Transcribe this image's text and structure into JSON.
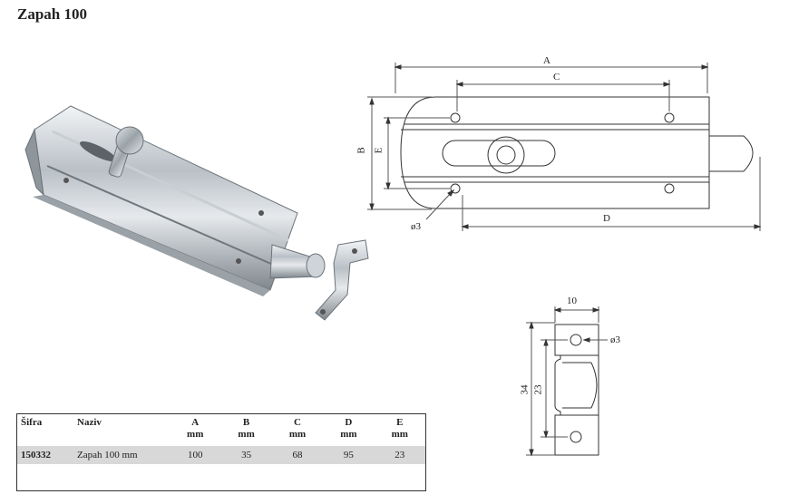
{
  "title": "Zapah 100",
  "drawing_labels": {
    "a": "A",
    "b": "B",
    "c": "C",
    "d": "D",
    "e": "E",
    "hole": "ø3"
  },
  "clip_labels": {
    "width": "10",
    "height": "34",
    "hole_spacing": "23",
    "hole": "ø3"
  },
  "table": {
    "headers": [
      {
        "label": "Šifra",
        "unit": ""
      },
      {
        "label": "Naziv",
        "unit": ""
      },
      {
        "label": "A",
        "unit": "mm"
      },
      {
        "label": "B",
        "unit": "mm"
      },
      {
        "label": "C",
        "unit": "mm"
      },
      {
        "label": "D",
        "unit": "mm"
      },
      {
        "label": "E",
        "unit": "mm"
      }
    ],
    "rows": [
      {
        "code": "150332",
        "name": "Zapah 100 mm",
        "a": "100",
        "b": "35",
        "c": "68",
        "d": "95",
        "e": "23"
      }
    ]
  }
}
